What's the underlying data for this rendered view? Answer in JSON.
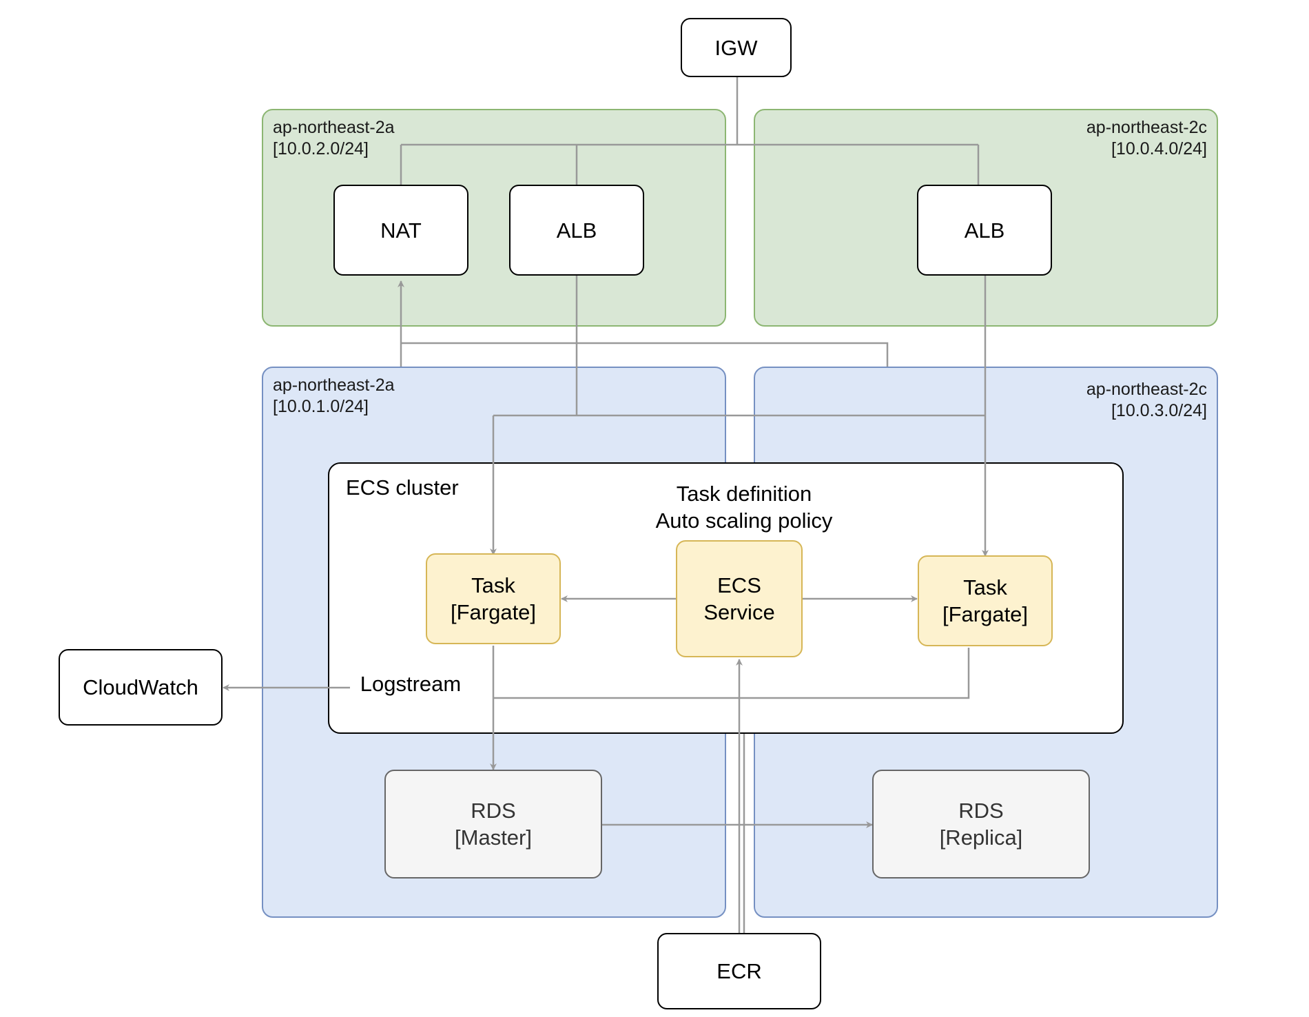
{
  "zones": {
    "public_a": {
      "name": "ap-northeast-2a",
      "cidr": "[10.0.2.0/24]"
    },
    "public_c": {
      "name": "ap-northeast-2c",
      "cidr": "[10.0.4.0/24]"
    },
    "private_a": {
      "name": "ap-northeast-2a",
      "cidr": "[10.0.1.0/24]"
    },
    "private_c": {
      "name": "ap-northeast-2c",
      "cidr": "[10.0.3.0/24]"
    }
  },
  "nodes": {
    "igw": "IGW",
    "nat": "NAT",
    "alb_a": "ALB",
    "alb_c": "ALB",
    "task_a": "Task\n[Fargate]",
    "ecs_service": "ECS\nService",
    "task_c": "Task\n[Fargate]",
    "cloudwatch": "CloudWatch",
    "rds_master": "RDS\n[Master]",
    "rds_replica": "RDS\n[Replica]",
    "ecr": "ECR"
  },
  "labels": {
    "cluster": "ECS cluster",
    "task_definition": "Task definition\nAuto scaling policy",
    "logstream": "Logstream"
  },
  "colors": {
    "public_fill": "#d9e7d5",
    "public_stroke": "#8cb672",
    "private_fill": "#dde7f7",
    "private_stroke": "#7590c2",
    "task_fill": "#fdf2cf",
    "task_stroke": "#d6b656",
    "rds_fill": "#f5f5f5",
    "edge": "#999999"
  }
}
